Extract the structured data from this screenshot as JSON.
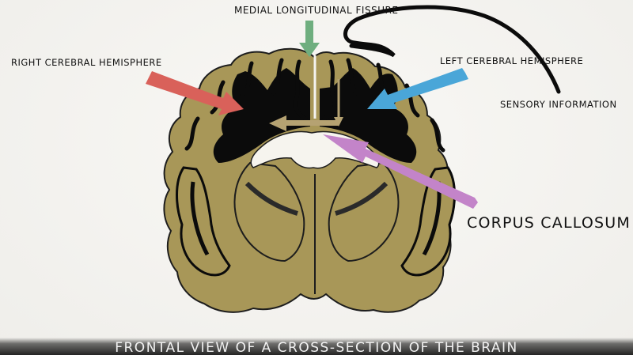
{
  "labels": {
    "medial_fissure": "Medial longitudinal fissure",
    "right_hemisphere": "Right cerebral hemisphere",
    "left_hemisphere": "Left cerebral hemisphere",
    "sensory": "Sensory information",
    "corpus_callosum": "Corpus callosum",
    "caption": "Frontal view of a cross-section of the brain"
  },
  "colors": {
    "tissue_gold": "#a89758",
    "white_matter": "#0b0b0b",
    "arrow_green": "#6fae7f",
    "arrow_red": "#d9615a",
    "arrow_blue": "#4aa6d8",
    "arrow_purple": "#c384c9",
    "arrow_tan": "#b5a272"
  }
}
